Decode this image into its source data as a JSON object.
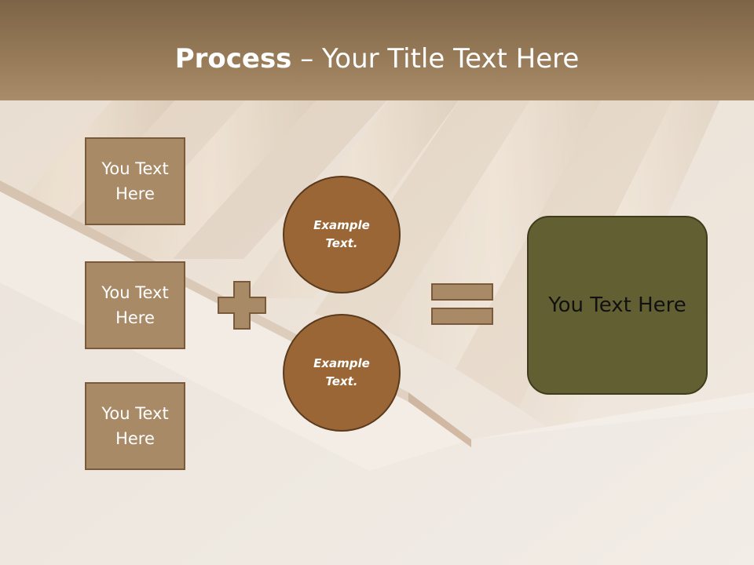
{
  "slide": {
    "title_bold": "Process",
    "title_rest": " – Your Title Text Here"
  },
  "inputs": [
    {
      "label": "You Text Here"
    },
    {
      "label": "You Text Here"
    },
    {
      "label": "You Text Here"
    }
  ],
  "circles": [
    {
      "label": "Example Text."
    },
    {
      "label": "Example Text."
    }
  ],
  "result": {
    "label": "You Text Here"
  },
  "colors": {
    "header": "#8a6f4f",
    "box_fill": "#a88a67",
    "circle_fill": "#9b6636",
    "result_fill": "#626032",
    "operator_fill": "#a88a67"
  },
  "icons": [
    "plus-icon",
    "equals-icon"
  ]
}
